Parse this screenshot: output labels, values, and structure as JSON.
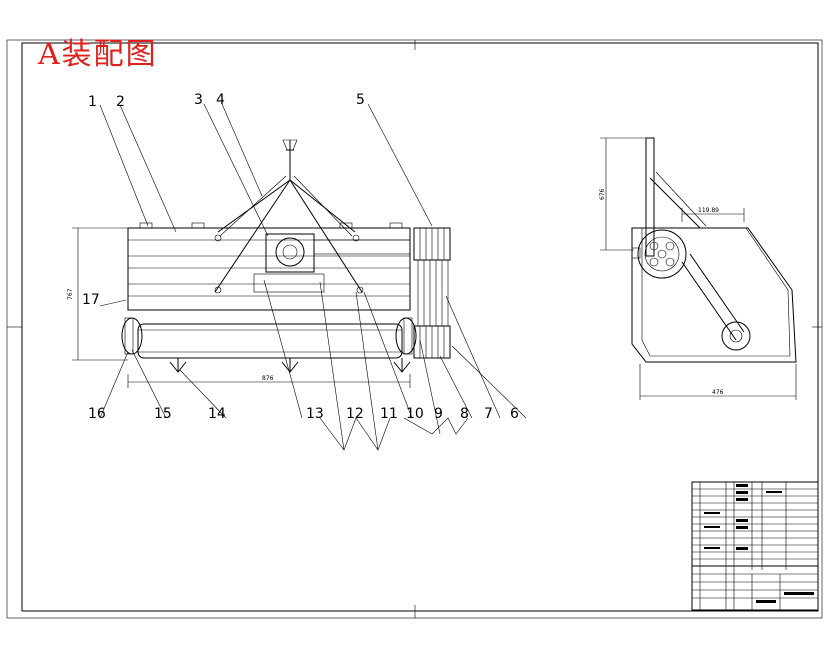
{
  "title": "A装配图",
  "part_numbers": [
    "1",
    "2",
    "3",
    "4",
    "5",
    "6",
    "7",
    "8",
    "9",
    "10",
    "11",
    "12",
    "13",
    "14",
    "15",
    "16",
    "17"
  ],
  "dimensions": {
    "front_width": "876",
    "front_height": "767",
    "side_width": "476",
    "side_height": "676",
    "side_inner": "119.89"
  }
}
